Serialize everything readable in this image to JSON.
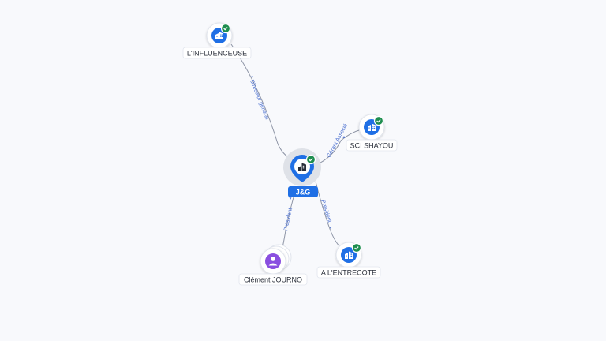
{
  "colors": {
    "accent": "#1f6fe5",
    "check": "#1e8e4f",
    "person": "#8a4fe0",
    "edge": "#8e95a6",
    "edge_label": "#4a6fd0"
  },
  "center": {
    "name": "J&G",
    "icon": "building-icon",
    "verified": true
  },
  "nodes": [
    {
      "id": "influenceuse",
      "name": "L'INFLUENCEUSE",
      "type": "company",
      "icon": "building-icon",
      "verified": true
    },
    {
      "id": "sci-shayou",
      "name": "SCI SHAYOU",
      "type": "company",
      "icon": "building-icon",
      "verified": true
    },
    {
      "id": "entrecote",
      "name": "A L'ENTRECOTE",
      "type": "company",
      "icon": "building-icon",
      "verified": true
    },
    {
      "id": "journo",
      "name": "Clément JOURNO",
      "type": "person",
      "icon": "person-icon",
      "verified": false
    }
  ],
  "edges": [
    {
      "to": "influenceuse",
      "label": "Directeur général"
    },
    {
      "to": "sci-shayou",
      "label": "Gérant Associé"
    },
    {
      "to": "entrecote",
      "label": "Président"
    },
    {
      "to": "journo",
      "label": "Président"
    }
  ]
}
